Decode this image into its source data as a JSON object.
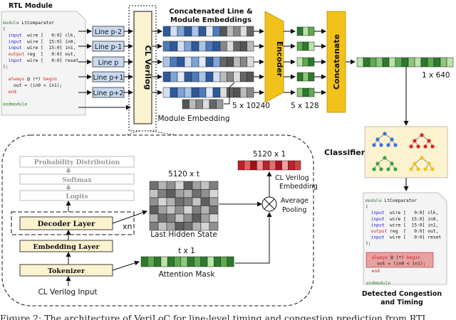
{
  "top": {
    "rtl_module_title": "RTL Module",
    "rtl_code": [
      {
        "text": "module LtComparator",
        "kw": "module"
      },
      {
        "text": "(",
        "kw": ""
      },
      {
        "text": "  input  wire [   0:0] clk,",
        "kw": "input"
      },
      {
        "text": "  input  wire [  15:0] in0,",
        "kw": "input"
      },
      {
        "text": "  input  wire [  15:0] in1,",
        "kw": "input"
      },
      {
        "text": "  output reg  [   0:0] out,",
        "kw": "output"
      },
      {
        "text": "  input  wire [   0:0] reset",
        "kw": "input"
      },
      {
        "text": ");",
        "kw": ""
      },
      {
        "text": "",
        "kw": ""
      },
      {
        "text": "  always @ (*) begin",
        "kw": "always"
      },
      {
        "text": "    out = (in0 < in1);",
        "kw": ""
      },
      {
        "text": "  end",
        "kw": "end"
      },
      {
        "text": "",
        "kw": ""
      },
      {
        "text": "endmodule",
        "kw": "endmodule"
      }
    ],
    "line_labels": [
      "Line p-2",
      "Line p-1",
      "Line p",
      "Line p+1",
      "Line p+2"
    ],
    "cl_verilog_label": "CL Verilog",
    "concat_title_line1": "Concatenated Line &",
    "concat_title_line2": "Module Embeddings",
    "module_embedding_label": "Module Embedding",
    "dim_5x10240": "5 x 10240",
    "encoder_label": "Encoder",
    "dim_5x128": "5 x 128",
    "concatenate_label": "Concatenate",
    "dim_1x640": "1 x 640",
    "classifier_label": "Classifier",
    "detected_line1": "Detected Congestion",
    "detected_line2": "and Timing",
    "detected_code": [
      {
        "text": "module LtComparator",
        "kw": "module"
      },
      {
        "text": "(",
        "kw": ""
      },
      {
        "text": "  input  wire [   0:0] clk,",
        "kw": "input"
      },
      {
        "text": "  input  wire [  15:0] in0,",
        "kw": "input"
      },
      {
        "text": "  input  wire [  15:0] in1,",
        "kw": "input"
      },
      {
        "text": "  output reg  [   0:0] out,",
        "kw": "output"
      },
      {
        "text": "  input  wire [   0:0] reset",
        "kw": "input"
      },
      {
        "text": ");",
        "kw": ""
      }
    ],
    "detected_highlight": [
      {
        "text": "  always @ (*) begin",
        "kw": "always"
      },
      {
        "text": "    out = (in0 < in1);",
        "kw": ""
      }
    ],
    "detected_tail": [
      {
        "text": "  end",
        "kw": "end"
      },
      {
        "text": "",
        "kw": ""
      },
      {
        "text": "endmodule",
        "kw": "endmodule"
      }
    ]
  },
  "bottom": {
    "probability_distribution": "Probability Distribution",
    "softmax": "Softmax",
    "logits": "Logits",
    "decoder_layer": "Decoder Layer",
    "xn": "xn",
    "embedding_layer": "Embedding Layer",
    "tokenizer": "Tokenizer",
    "input_label": "CL Verilog Input",
    "hidden_dim": "5120 x t",
    "last_hidden_state": "Last Hidden State",
    "mask_dim": "t x 1",
    "attention_mask": "Attention Mask",
    "avg_pool_line1": "Average",
    "avg_pool_line2": "Pooling",
    "emb_dim": "5120 x 1",
    "emb_line1": "CL Verilog",
    "emb_line2": "Embedding"
  },
  "caption": "Figure 2: The architecture of VeriLoC for line-level timing and congestion prediction from RTL",
  "colors": {
    "line_box": "#c9daf0",
    "blue_dark": "#2e5a9a",
    "green_dark": "#2d7a2e",
    "beige": "#fbf2d0",
    "gold": "#f3c21a",
    "red_bar": "#c0202a",
    "keyword_blue": "#2222cc",
    "keyword_red": "#cc2222"
  }
}
